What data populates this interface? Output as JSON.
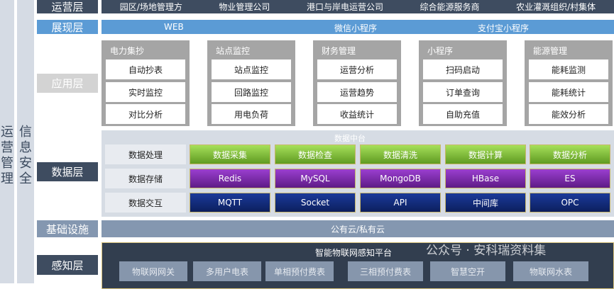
{
  "side": {
    "ops_mgmt": "运营管理",
    "info_sec": "信息安全"
  },
  "layers": {
    "operation": "运营层",
    "presentation": "展现层",
    "application": "应用层",
    "data": "数据层",
    "infrastructure": "基础设施",
    "perception": "感知层"
  },
  "operation_items": [
    "园区/场地管理方",
    "物业管理公司",
    "港口与岸电运营公司",
    "综合能源服务商",
    "农业灌溉组织/村集体"
  ],
  "presentation_items": [
    "WEB",
    "微信小程序",
    "支付宝小程序"
  ],
  "modules": [
    {
      "title": "电力集抄",
      "items": [
        "自动抄表",
        "实时监控",
        "对比分析"
      ]
    },
    {
      "title": "站点监控",
      "items": [
        "站点监控",
        "回路监控",
        "用电负荷"
      ]
    },
    {
      "title": "财务管理",
      "items": [
        "运营分析",
        "运营趋势",
        "收益统计"
      ]
    },
    {
      "title": "小程序",
      "items": [
        "扫码启动",
        "订单查询",
        "自助充值"
      ]
    },
    {
      "title": "能源管理",
      "items": [
        "能耗监测",
        "能耗统计",
        "能效分析"
      ]
    }
  ],
  "data_platform": {
    "title": "数据中台",
    "rows": [
      {
        "label": "数据处理",
        "cells": [
          "数据采集",
          "数据检查",
          "数据清洗",
          "数据计算",
          "数据分析"
        ]
      },
      {
        "label": "数据存储",
        "cells": [
          "Redis",
          "MySQL",
          "MongoDB",
          "HBase",
          "ES"
        ]
      },
      {
        "label": "数据交互",
        "cells": [
          "MQTT",
          "Socket",
          "API",
          "中间库",
          "OPC"
        ]
      }
    ]
  },
  "infrastructure": "公有云/私有云",
  "perception": {
    "title": "智能物联网感知平台",
    "items": [
      "物联网网关",
      "多用户电表",
      "单相预付费表",
      "三相预付费表",
      "智慧空开",
      "物联网水表"
    ]
  },
  "watermark": "公众号 · 安科瑞资料集"
}
